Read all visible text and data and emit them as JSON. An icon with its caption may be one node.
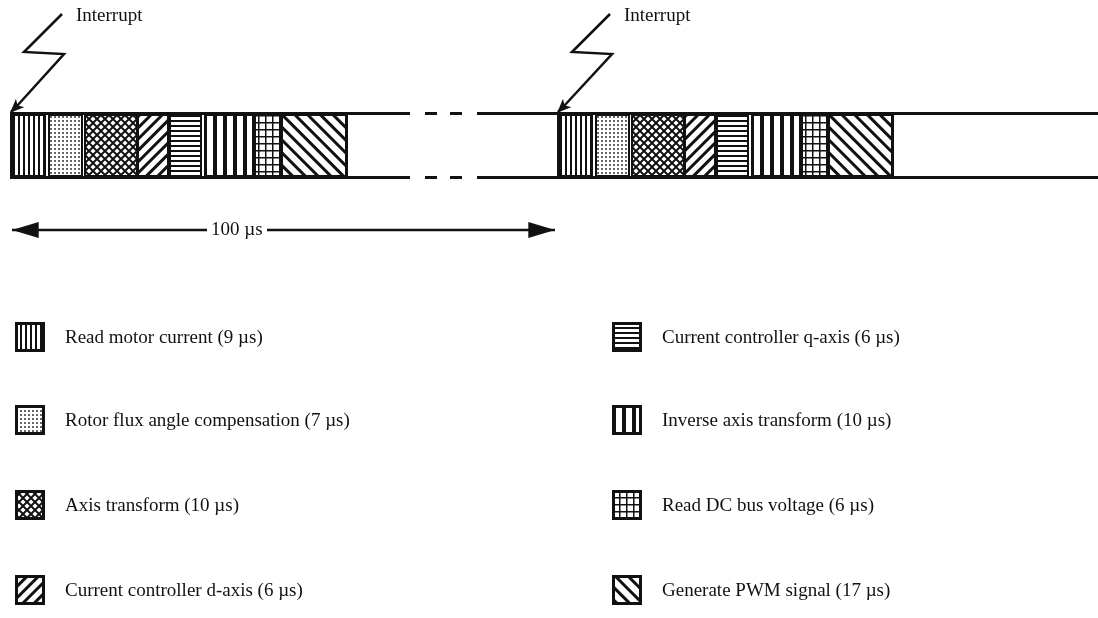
{
  "diagram": {
    "nodes": [
      {
        "text": [
          "Interrupt"
        ]
      },
      {
        "text": [],
        "shape": "bar"
      },
      {
        "text": [
          "Interrupt"
        ]
      },
      {
        "text": [],
        "shape": "bar"
      }
    ],
    "edges": [
      {
        "from": 0,
        "to": 1,
        "arrow": "to"
      },
      {
        "from": 2,
        "to": 3,
        "arrow": "to"
      }
    ],
    "labels": [
      "100 µs"
    ],
    "legend": [
      {
        "text": "Read motor current (9 µs)"
      },
      {
        "text": "Rotor flux angle compensation (7 µs)"
      },
      {
        "text": "Axis transform (10 µs)"
      },
      {
        "text": "Current controller d-axis (6 µs)"
      },
      {
        "text": "Current controller q-axis (6 µs)"
      },
      {
        "text": "Inverse axis transform (10 µs)"
      },
      {
        "text": "Read DC bus voltage (6 µs)"
      },
      {
        "text": "Generate PWM signal (17 µs)"
      }
    ]
  }
}
